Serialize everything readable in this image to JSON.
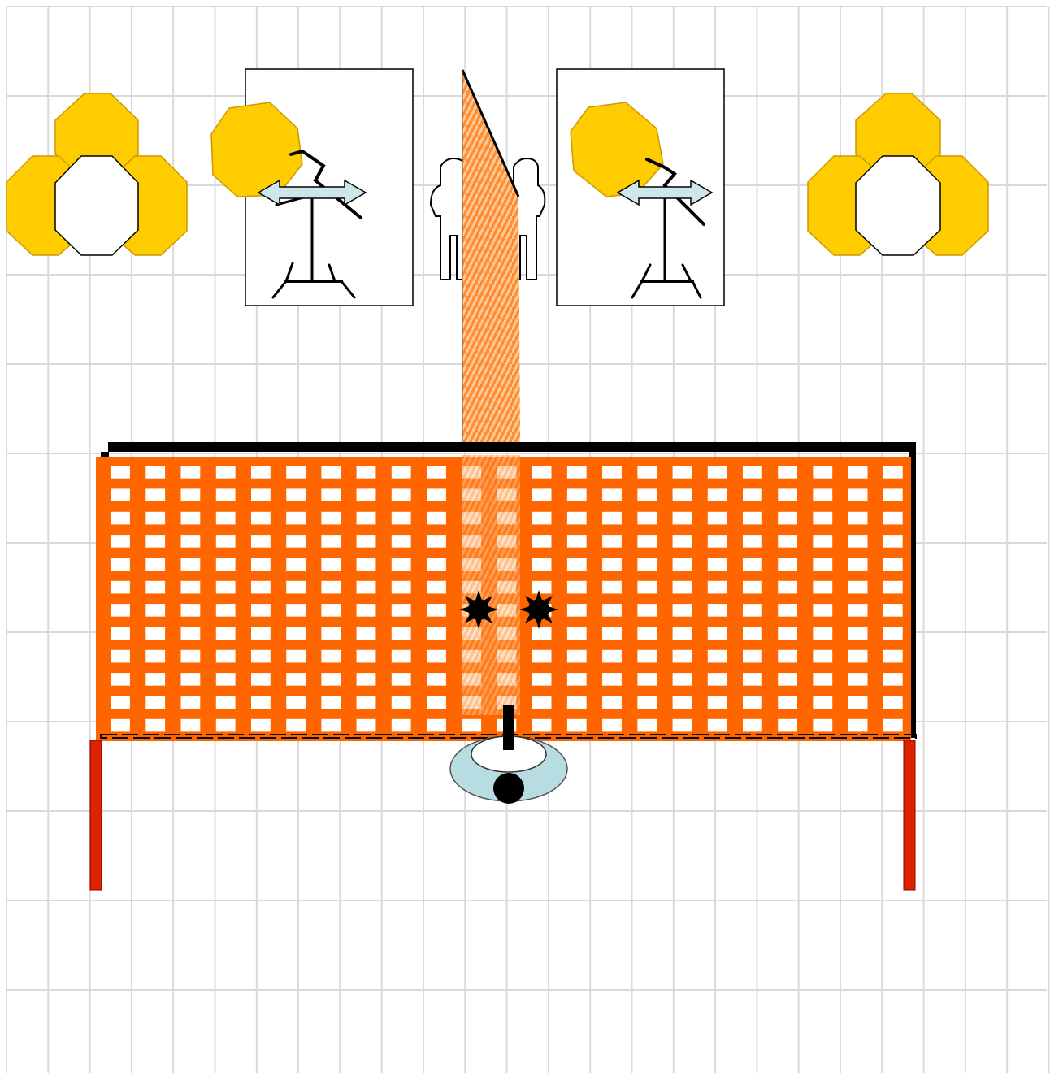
{
  "diagram": {
    "kind": "lighting-and-backdrop-setup",
    "colors": {
      "background": "#ffffff",
      "grid_line": "#d9d9d9",
      "softbox_fill": "#ffcc00",
      "softbox_stroke": "#cc9900",
      "center_disc_fill": "#ffffff",
      "arrow_fill": "#cce6ea",
      "net_color": "#ff6600",
      "net_frame_color": "#000000",
      "post_color": "#dd2200",
      "backdrop_fill": "#ff8c33",
      "backdrop_stripe": "#ffcc99",
      "figure_stroke": "#000000",
      "camera_dish_fill": "#b7dde3",
      "light_spot_fill": "#000000"
    },
    "elements": {
      "left_light_cluster": "octagon-cluster",
      "left_stand_light": "boom-stand-with-softbox",
      "backdrop_panel": "hanging-backdrop",
      "person_left": "person-silhouette",
      "person_right": "person-silhouette",
      "right_stand_light": "boom-stand-with-softbox",
      "right_light_cluster": "octagon-cluster",
      "net_screen": "grid-net-screen",
      "spot_lights": "starburst-spots",
      "camera_position": "camera-dish",
      "left_post": "support-post",
      "right_post": "support-post"
    },
    "icons": {
      "move_arrow": "double-arrow-icon",
      "spot": "starburst-icon"
    }
  }
}
